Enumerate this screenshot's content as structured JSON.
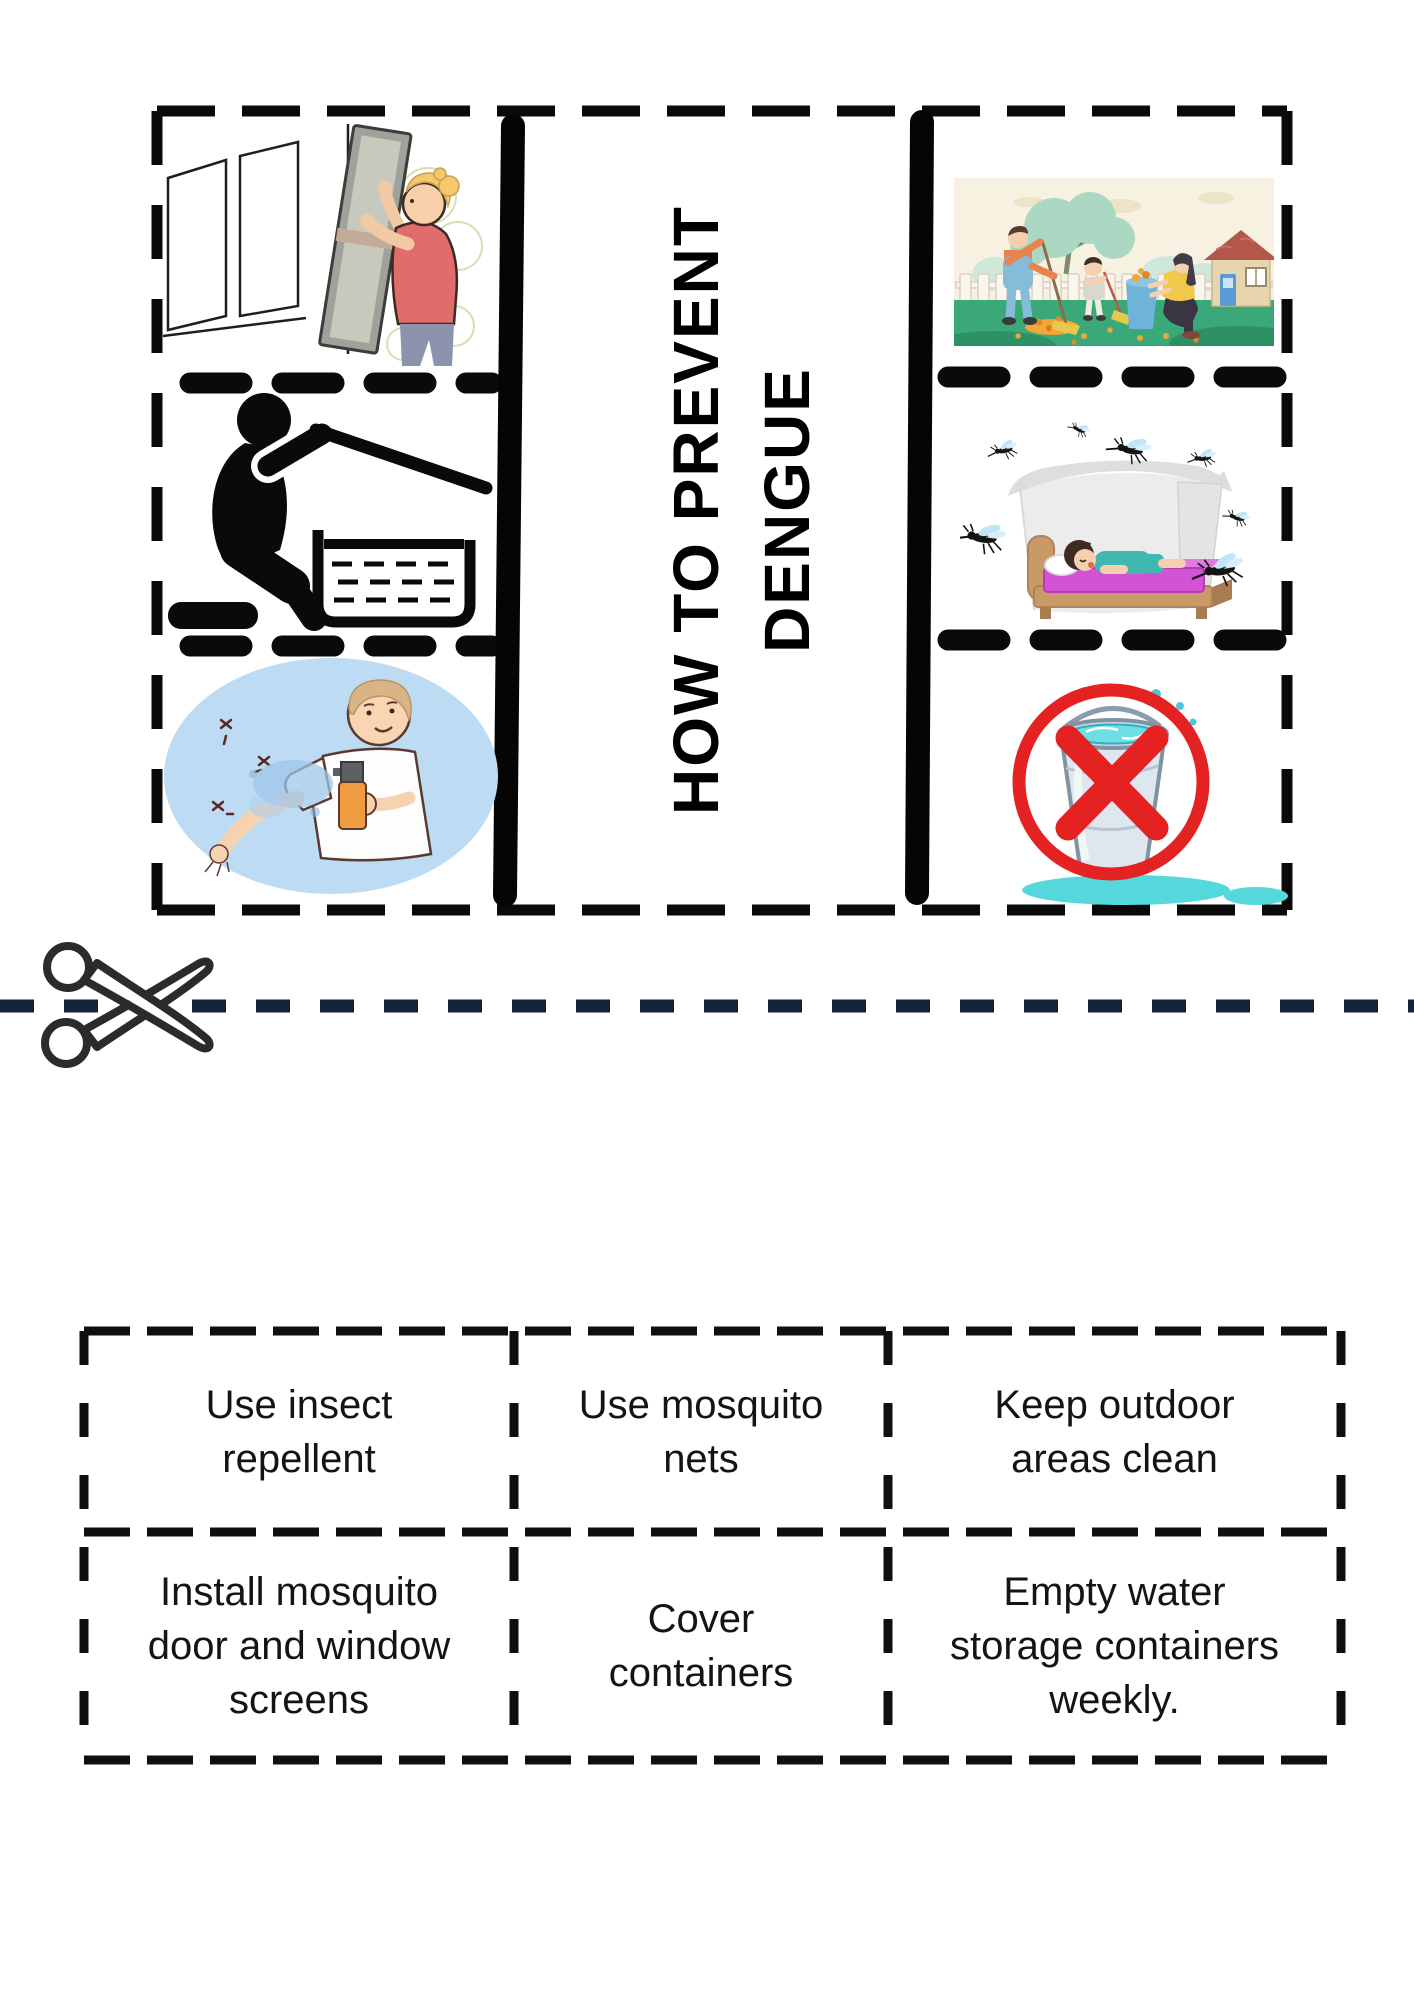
{
  "poster": {
    "title": {
      "line1": "HOW TO PREVENT",
      "line2": "DENGUE"
    },
    "images": {
      "left": [
        {
          "name": "install-window-screen-illustration",
          "alt": "Woman installing a mosquito screen on a window"
        },
        {
          "name": "cover-container-illustration",
          "alt": "Person pictogram covering a water storage container with a lid"
        },
        {
          "name": "insect-repellent-illustration",
          "alt": "Boy spraying insect repellent on his arm"
        }
      ],
      "right": [
        {
          "name": "keep-outdoor-clean-illustration",
          "alt": "Family raking leaves and cleaning the yard"
        },
        {
          "name": "mosquito-net-illustration",
          "alt": "Child sleeping under a mosquito net surrounded by mosquitoes"
        },
        {
          "name": "no-standing-water-illustration",
          "alt": "Bucket full of water crossed out with a red X"
        }
      ]
    }
  },
  "cutline": {
    "icon": "scissors-icon",
    "color": "#13233a"
  },
  "table": {
    "rows": [
      [
        "Use insect\nrepellent",
        "Use mosquito\nnets",
        "Keep outdoor\nareas clean"
      ],
      [
        "Install mosquito\ndoor and window\nscreens",
        "Cover\ncontainers",
        "Empty water\nstorage containers\nweekly."
      ]
    ]
  },
  "colors": {
    "ink": "#000000",
    "cutline_navy": "#13233a",
    "prohibition_red": "#e52222",
    "repellent_bg_blue": "#bddcf3",
    "grass_green": "#3aa878",
    "mattress_magenta": "#d254d4"
  }
}
